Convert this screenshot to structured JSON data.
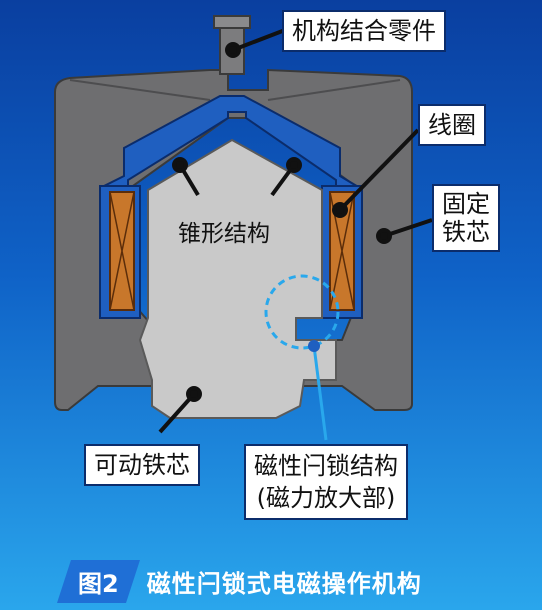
{
  "labels": {
    "mechanism_joint": "机构结合零件",
    "coil": "线圈",
    "fixed_core_line1": "固定",
    "fixed_core_line2": "铁芯",
    "cone_structure": "锥形结构",
    "movable_core": "可动铁芯",
    "latch_line1": "磁性闩锁结构",
    "latch_line2": "(磁力放大部)"
  },
  "caption": {
    "figure_number": "图2",
    "title": "磁性闩锁式电磁操作机构"
  },
  "colors": {
    "background_top": "#0a3fa0",
    "background_bottom": "#2aa6ec",
    "fixed_core": "#6e6e70",
    "movable_core": "#c9c9c9",
    "coil_housing": "#1f5fc0",
    "coil_winding": "#c8772b"
  }
}
